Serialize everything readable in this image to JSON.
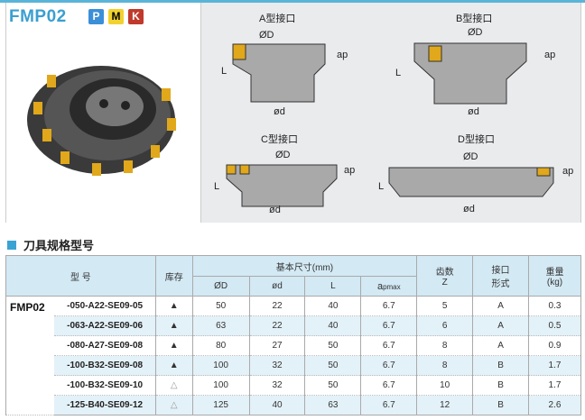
{
  "header": {
    "title": "FMP02",
    "badges": [
      {
        "text": "P",
        "color": "#3b8fd8"
      },
      {
        "text": "M",
        "color": "#f2d22e"
      },
      {
        "text": "K",
        "color": "#c0392b"
      }
    ]
  },
  "diagrams": [
    {
      "label": "A型接口",
      "dims": {
        "D": "ØD",
        "d": "ød",
        "L": "L",
        "ap": "ap"
      }
    },
    {
      "label": "B型接口",
      "dims": {
        "D": "ØD",
        "d": "ød",
        "L": "L",
        "ap": "ap"
      }
    },
    {
      "label": "C型接口",
      "dims": {
        "D": "ØD",
        "d": "ød",
        "L": "L",
        "ap": "ap"
      }
    },
    {
      "label": "D型接口",
      "dims": {
        "D": "ØD",
        "d": "ød",
        "L": "L",
        "ap": "ap"
      }
    }
  ],
  "section_title": "刀具规格型号",
  "table": {
    "headers": {
      "model": "型 号",
      "stock": "库存",
      "basic": "基本尺寸(mm)",
      "D": "ØD",
      "d": "ød",
      "L": "L",
      "ap": "a",
      "ap_sub": "pmax",
      "Z1": "齿数",
      "Z2": "Z",
      "if1": "接口",
      "if2": "形式",
      "w1": "重量",
      "w2": "(kg)"
    },
    "family": "FMP02",
    "rows": [
      {
        "model": "-050-A22-SE09-05",
        "stock": "▲",
        "D": "50",
        "d": "22",
        "L": "40",
        "ap": "6.7",
        "Z": "5",
        "type": "A",
        "kg": "0.3"
      },
      {
        "model": "-063-A22-SE09-06",
        "stock": "▲",
        "D": "63",
        "d": "22",
        "L": "40",
        "ap": "6.7",
        "Z": "6",
        "type": "A",
        "kg": "0.5"
      },
      {
        "model": "-080-A27-SE09-08",
        "stock": "▲",
        "D": "80",
        "d": "27",
        "L": "50",
        "ap": "6.7",
        "Z": "8",
        "type": "A",
        "kg": "0.9"
      },
      {
        "model": "-100-B32-SE09-08",
        "stock": "▲",
        "D": "100",
        "d": "32",
        "L": "50",
        "ap": "6.7",
        "Z": "8",
        "type": "B",
        "kg": "1.7"
      },
      {
        "model": "-100-B32-SE09-10",
        "stock": "△",
        "D": "100",
        "d": "32",
        "L": "50",
        "ap": "6.7",
        "Z": "10",
        "type": "B",
        "kg": "1.7"
      },
      {
        "model": "-125-B40-SE09-12",
        "stock": "△",
        "D": "125",
        "d": "40",
        "L": "63",
        "ap": "6.7",
        "Z": "12",
        "type": "B",
        "kg": "2.6"
      }
    ]
  }
}
